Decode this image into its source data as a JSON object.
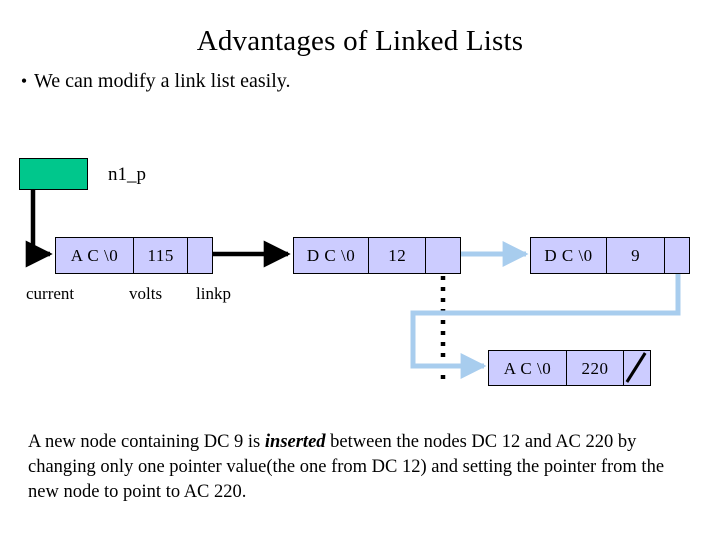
{
  "slide": {
    "title": "Advantages of Linked Lists",
    "bullet_marker": "•",
    "bullet_text": "We can modify a link list easily."
  },
  "colors": {
    "node_fill": "#ccccff",
    "node_border": "#000000",
    "pointer_var_fill": "#00c78c",
    "new_link_arrow": "#a8cdee",
    "old_link_arrow": "#000000",
    "background": "#ffffff"
  },
  "diagram": {
    "pointer_variable": {
      "label": "n1_p"
    },
    "field_labels": {
      "current": "current",
      "volts": "volts",
      "linkp": "linkp"
    },
    "nodes": [
      {
        "id": "node-ac-115",
        "current": "A C \\0",
        "volts": "115",
        "linkp": ""
      },
      {
        "id": "node-dc-12",
        "current": "D C \\0",
        "volts": "12",
        "linkp": ""
      },
      {
        "id": "node-dc-9",
        "current": "D C \\0",
        "volts": "9",
        "linkp": ""
      },
      {
        "id": "node-ac-220",
        "current": "A C \\0",
        "volts": "220",
        "linkp": ""
      }
    ]
  },
  "caption": {
    "part1": "A new node containing DC 9 is ",
    "emphasis": "inserted",
    "part2": " between the nodes DC 12 and AC 220 by changing only one pointer value(the one from DC 12) and setting the pointer from the new node to point to AC 220."
  }
}
